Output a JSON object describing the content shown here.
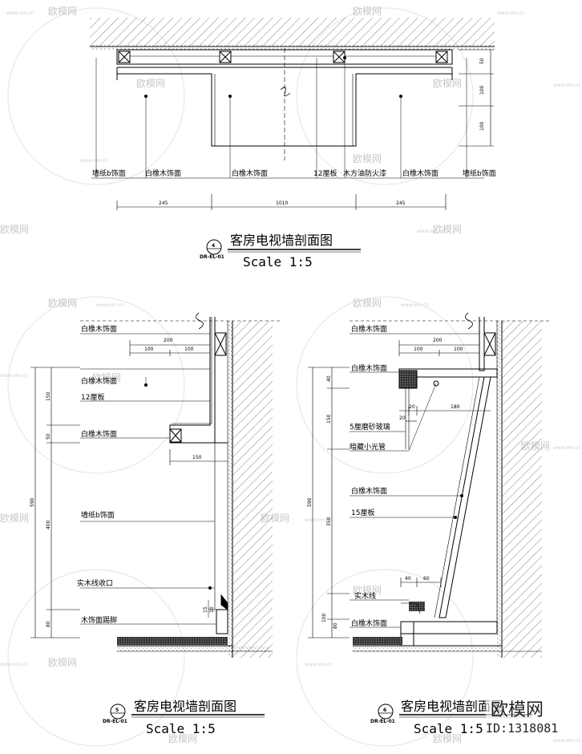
{
  "watermark": {
    "brand": "欧模网",
    "url": "www.om.cn"
  },
  "stamp": {
    "logo": "欧模网",
    "id": "ID:1318081"
  },
  "section4": {
    "labels": [
      "墙纸b饰面",
      "白橡木饰面",
      "白橡木饰面",
      "12厘板",
      "木方油防火漆",
      "白橡木饰面",
      "墙纸b饰面"
    ],
    "dims_bottom": [
      "245",
      "1010",
      "245"
    ],
    "dims_right": [
      "50",
      "100",
      "100"
    ],
    "title": "客房电视墙剖面图",
    "scale": "Scale 1:5",
    "tag_num": "4",
    "tag_ref": "DR-EL-01"
  },
  "section5": {
    "labels": [
      "白橡木饰面",
      "白橡木饰面",
      "12厘板",
      "白橡木饰面",
      "墙纸b饰面",
      "实木线收口",
      "木饰面踢脚"
    ],
    "dims_top": [
      "200",
      "100",
      "100"
    ],
    "dims_mid": [
      "150"
    ],
    "dims_left": [
      "590",
      "150",
      "50",
      "400",
      "80"
    ],
    "dims_small": [
      "15",
      "10"
    ],
    "title": "客房电视墙剖面图",
    "scale": "Scale 1:5",
    "tag_num": "5",
    "tag_ref": "DR-EL-01"
  },
  "section6": {
    "labels": [
      "白橡木饰面",
      "白橡木饰面",
      "5厘磨砂玻璃",
      "暗藏小光管",
      "白橡木饰面",
      "15厘板",
      "实木线",
      "白橡木饰面"
    ],
    "dims_top": [
      "200",
      "100",
      "100"
    ],
    "dims_mid": [
      "20",
      "180",
      "20"
    ],
    "dims_lower": [
      "40",
      "60"
    ],
    "dims_left": [
      "590",
      "40",
      "150",
      "350",
      "100",
      "80"
    ],
    "title": "客房电视墙剖面图",
    "scale": "Scale 1:5",
    "tag_num": "6",
    "tag_ref": "DR-EL-01"
  }
}
